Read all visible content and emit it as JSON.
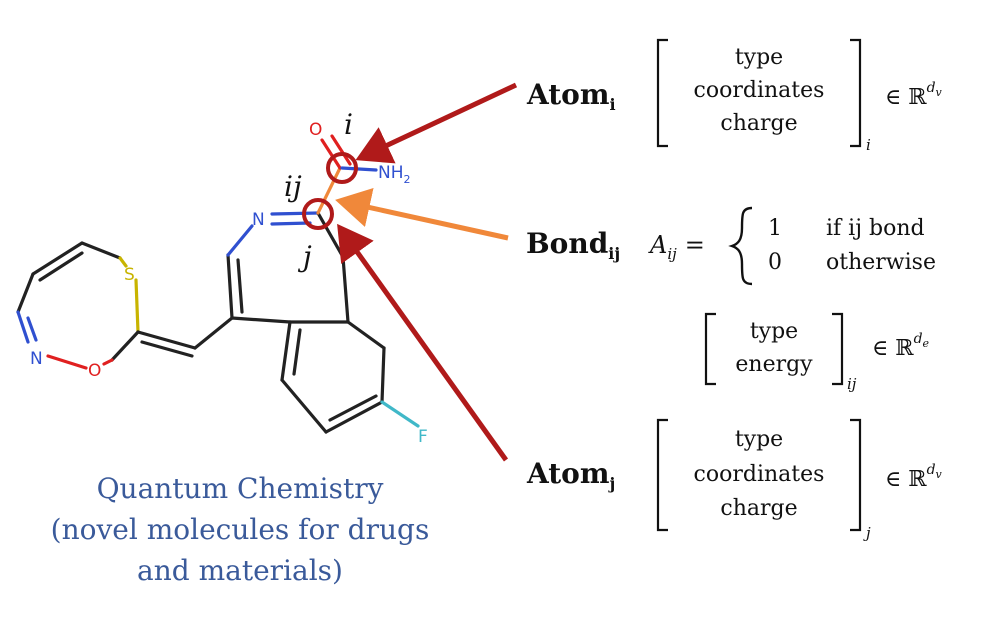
{
  "colors": {
    "caption": "#3a5a9a",
    "arrow_red": "#b01a1a",
    "arrow_orange": "#f0883a",
    "oxygen": "#e02020",
    "nitrogen": "#3050d0",
    "sulfur": "#c8b400",
    "fluorine": "#40b8c8",
    "bond": "#222222"
  },
  "molecule": {
    "atom_labels": {
      "oxygen_carbonyl": "O",
      "amine": "NH",
      "amine_subscript": "2",
      "ring_nitrogen": "N",
      "sulfur": "S",
      "ring2_nitrogen": "N",
      "ring2_oxygen": "O",
      "fluorine": "F"
    },
    "index_labels": {
      "i": "i",
      "ij": "ij",
      "j": "j"
    }
  },
  "caption": {
    "line1": "Quantum Chemistry",
    "line2": "(novel molecules for drugs",
    "line3": "and materials)"
  },
  "atom_i": {
    "label": "Atom",
    "sub": "i",
    "vector": [
      "type",
      "coordinates",
      "charge"
    ],
    "vector_sub": "i",
    "member": "∈ ℝ",
    "dim": "d",
    "dim_sub": "v"
  },
  "bond": {
    "label": "Bond",
    "sub": "ij",
    "adj_symbol": "A",
    "adj_sub": "ij",
    "equals": "=",
    "case1_value": "1",
    "case1_cond": "if ij bond",
    "case2_value": "0",
    "case2_cond": "otherwise",
    "vector": [
      "type",
      "energy"
    ],
    "vector_sub": "ij",
    "member": "∈ ℝ",
    "dim": "d",
    "dim_sub": "e"
  },
  "atom_j": {
    "label": "Atom",
    "sub": "j",
    "vector": [
      "type",
      "coordinates",
      "charge"
    ],
    "vector_sub": "j",
    "member": "∈ ℝ",
    "dim": "d",
    "dim_sub": "v"
  }
}
